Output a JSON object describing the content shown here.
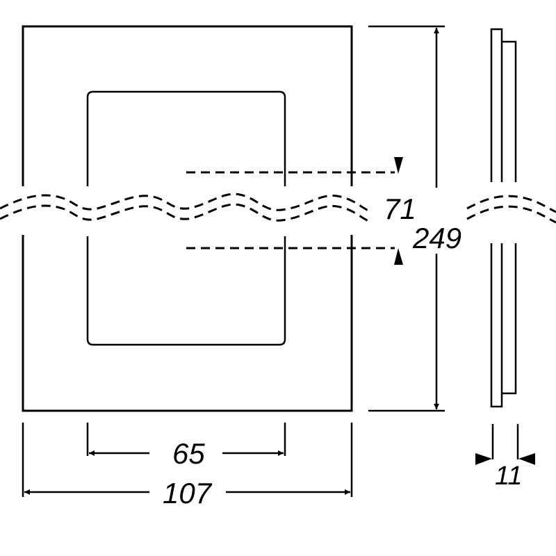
{
  "dimensions": {
    "total_height": "249",
    "inner_height": "71",
    "total_width": "107",
    "inner_width": "65",
    "depth": "11"
  },
  "colors": {
    "line": "#000000",
    "background": "#ffffff"
  }
}
